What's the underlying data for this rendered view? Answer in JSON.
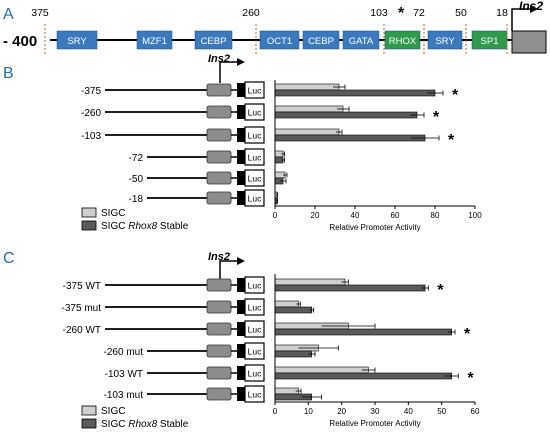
{
  "panels": {
    "a": {
      "letter": "A",
      "start_label": "- 400",
      "gene_label": "Ins2",
      "positions": [
        {
          "label": "375",
          "value": 375
        },
        {
          "label": "260",
          "value": 260
        },
        {
          "label": "103",
          "value": 103
        },
        {
          "label": "72",
          "value": 72
        },
        {
          "label": "50",
          "value": 50
        },
        {
          "label": "18",
          "value": 18
        }
      ],
      "sites": [
        {
          "label": "SRY",
          "color": "#3a79be"
        },
        {
          "label": "MZF1",
          "color": "#3a79be"
        },
        {
          "label": "CEBP",
          "color": "#3a79be"
        },
        {
          "label": "OCT1",
          "color": "#3a79be"
        },
        {
          "label": "CEBP",
          "color": "#3a79be"
        },
        {
          "label": "GATA",
          "color": "#3a79be"
        },
        {
          "label": "RHOX",
          "color": "#2f9a4b"
        },
        {
          "label": "SRY",
          "color": "#3a79be"
        },
        {
          "label": "SP1",
          "color": "#2f9a4b"
        }
      ],
      "star": "*"
    },
    "b": {
      "letter": "B",
      "gene_label": "Ins2",
      "luc_label": "Luc",
      "legend": [
        "SIGC",
        "SIGC Rhox8 Stable"
      ]
    },
    "c": {
      "letter": "C",
      "gene_label": "Ins2",
      "luc_label": "Luc",
      "legend": [
        "SIGC",
        "SIGC Rhox8 Stable"
      ]
    }
  },
  "colors": {
    "light": "#cfcfcf",
    "dark": "#5a5a5a",
    "rhox": "#2f9a4b",
    "site": "#3a79be",
    "letter": "#1f6fa8"
  },
  "chart_data": [
    {
      "type": "bar",
      "orientation": "horizontal",
      "categories": [
        "-375",
        "-260",
        "-103",
        "-72",
        "-50",
        "-18"
      ],
      "series": [
        {
          "name": "SIGC",
          "values": [
            32,
            34,
            32,
            4,
            5,
            1
          ],
          "errors": [
            3,
            3,
            1.5,
            0.8,
            1,
            0.3
          ]
        },
        {
          "name": "SIGC Rhox8 Stable",
          "values": [
            80,
            71,
            75,
            4,
            4,
            1
          ],
          "errors": [
            4,
            3.5,
            7,
            0.8,
            1.5,
            0.3
          ]
        }
      ],
      "significant": [
        "*",
        "*",
        "*",
        "",
        "",
        ""
      ],
      "xlabel": "Relative Promoter Activity",
      "xlim": [
        0,
        100
      ],
      "xticks": [
        0,
        20,
        40,
        60,
        80,
        100
      ],
      "legend": [
        "SIGC",
        "SIGC Rhox8 Stable"
      ]
    },
    {
      "type": "bar",
      "orientation": "horizontal",
      "categories": [
        "-375 WT",
        "-375 mut",
        "-260 WT",
        "-260 mut",
        "-103 WT",
        "-103 mut"
      ],
      "series": [
        {
          "name": "SIGC",
          "values": [
            21,
            7,
            22,
            13,
            28,
            7
          ],
          "errors": [
            1,
            0.6,
            8,
            6,
            2,
            0.8
          ]
        },
        {
          "name": "SIGC Rhox8 Stable",
          "values": [
            45,
            11,
            53,
            11,
            53,
            11
          ],
          "errors": [
            1,
            0.6,
            1,
            1,
            2,
            3
          ]
        }
      ],
      "significant": [
        "*",
        "",
        "*",
        "",
        "*",
        ""
      ],
      "xlabel": "Relative Promoter Activity",
      "xlim": [
        0,
        60
      ],
      "xticks": [
        0,
        10,
        20,
        30,
        40,
        50,
        60
      ],
      "legend": [
        "SIGC",
        "SIGC Rhox8 Stable"
      ]
    }
  ]
}
